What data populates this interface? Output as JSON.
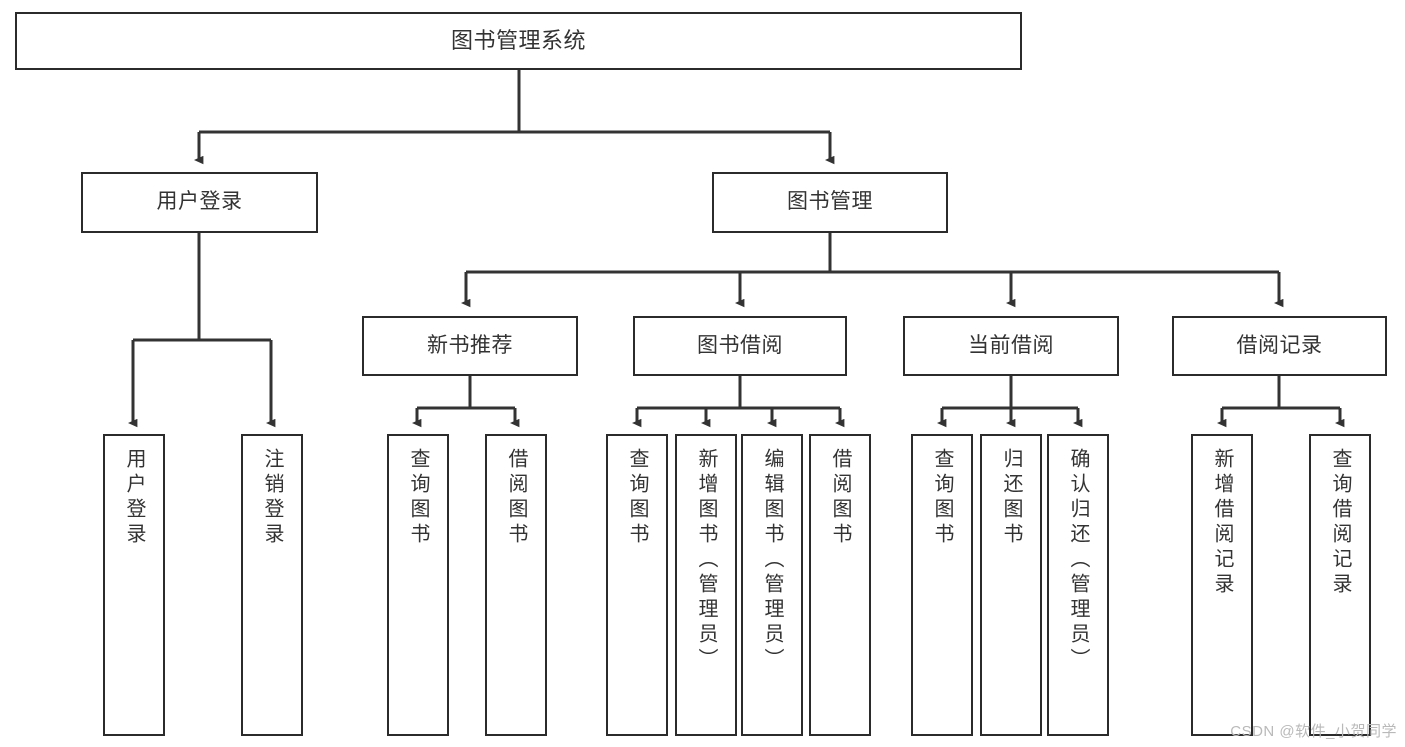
{
  "diagram": {
    "title_node": {
      "label": "图书管理系统"
    },
    "level2": [
      {
        "id": "user-login",
        "label": "用户登录"
      },
      {
        "id": "book-management",
        "label": "图书管理"
      }
    ],
    "level3": [
      {
        "id": "new-book-recommend",
        "label": "新书推荐"
      },
      {
        "id": "book-borrow",
        "label": "图书借阅"
      },
      {
        "id": "current-borrow",
        "label": "当前借阅"
      },
      {
        "id": "borrow-record",
        "label": "借阅记录"
      }
    ],
    "leaves": [
      {
        "id": "leaf-user-login",
        "label": "用户登录",
        "parent": "user-login"
      },
      {
        "id": "leaf-user-logout",
        "label": "注销登录",
        "parent": "user-login"
      },
      {
        "id": "leaf-query-book-1",
        "label": "查询图书",
        "parent": "new-book-recommend"
      },
      {
        "id": "leaf-borrow-book-1",
        "label": "借阅图书",
        "parent": "new-book-recommend"
      },
      {
        "id": "leaf-query-book-2",
        "label": "查询图书",
        "parent": "book-borrow"
      },
      {
        "id": "leaf-add-book",
        "label": "新增图书（管理员）",
        "parent": "book-borrow"
      },
      {
        "id": "leaf-edit-book",
        "label": "编辑图书（管理员）",
        "parent": "book-borrow"
      },
      {
        "id": "leaf-borrow-book-2",
        "label": "借阅图书",
        "parent": "book-borrow"
      },
      {
        "id": "leaf-query-book-3",
        "label": "查询图书",
        "parent": "current-borrow"
      },
      {
        "id": "leaf-return-book",
        "label": "归还图书",
        "parent": "current-borrow"
      },
      {
        "id": "leaf-confirm-return",
        "label": "确认归还（管理员）",
        "parent": "current-borrow"
      },
      {
        "id": "leaf-add-record",
        "label": "新增借阅记录",
        "parent": "borrow-record"
      },
      {
        "id": "leaf-query-record",
        "label": "查询借阅记录",
        "parent": "borrow-record"
      }
    ],
    "watermark": "CSDN @软件_小贺同学",
    "colors": {
      "border": "#2b2b2b",
      "text": "#333333",
      "background": "#ffffff",
      "connector": "#333333",
      "watermark": "#b9b9b9"
    }
  }
}
